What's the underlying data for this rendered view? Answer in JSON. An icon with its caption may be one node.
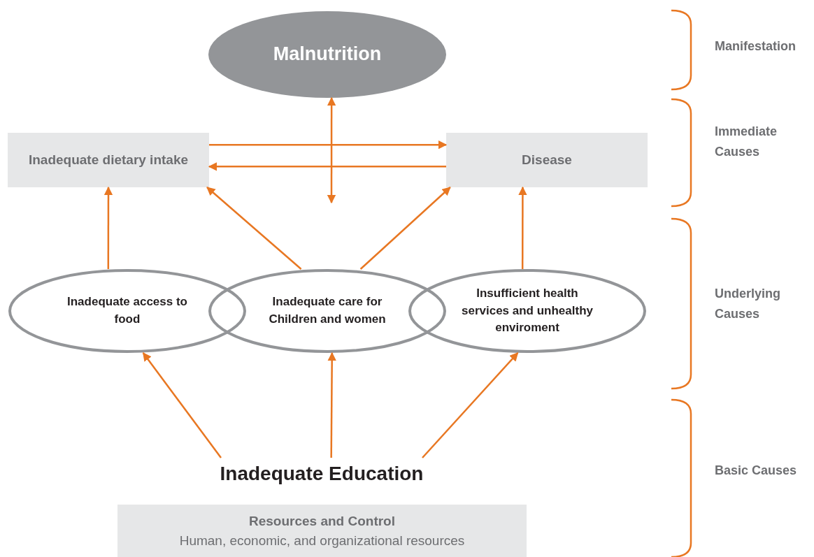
{
  "diagram": {
    "nodes": [
      {
        "text": [
          "Malnutrition"
        ]
      },
      {
        "text": [
          "Inadequate dietary intake"
        ]
      },
      {
        "text": [
          "Disease"
        ]
      },
      {
        "text": [
          "Inadequate access to food"
        ]
      },
      {
        "text": [
          "Inadequate care for Children and women"
        ]
      },
      {
        "text": [
          "Insufficient health services and unhealthy enviroment"
        ]
      },
      {
        "text": [
          "Inadequate Education"
        ]
      },
      {
        "text": [
          "Resources and Control",
          "Human, economic, and organizational resources"
        ]
      }
    ],
    "edges": [
      {
        "from": null,
        "to": 0,
        "arrow": "both"
      },
      {
        "from": 1,
        "to": 2,
        "arrow": "to"
      },
      {
        "from": 2,
        "to": 1,
        "arrow": "to"
      },
      {
        "from": 3,
        "to": 1,
        "arrow": "to"
      },
      {
        "from": 4,
        "to": 1,
        "arrow": "to"
      },
      {
        "from": 4,
        "to": 2,
        "arrow": "to"
      },
      {
        "from": 5,
        "to": 2,
        "arrow": "to"
      },
      {
        "from": 6,
        "to": 3,
        "arrow": "to"
      },
      {
        "from": 6,
        "to": 4,
        "arrow": "to"
      },
      {
        "from": 6,
        "to": 5,
        "arrow": "to"
      }
    ],
    "labels": [
      "Manifestation",
      "Immediate Causes",
      "Underlying Causes",
      "Basic Causes"
    ]
  }
}
